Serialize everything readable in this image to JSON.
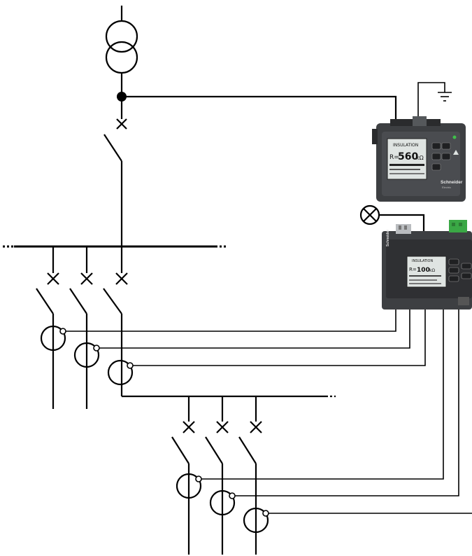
{
  "imd_device": {
    "screen_title": "INSULATION",
    "value_prefix": "R=",
    "value": "560",
    "unit": "kΩ",
    "brand": "Schneider",
    "brand_sub": "Electric"
  },
  "ifl_device": {
    "screen_title": "INSULATION",
    "value_prefix": "R=",
    "value": "100",
    "unit": "kΩ",
    "brand": "Schneider"
  },
  "colors": {
    "device_body": "#3d3f42",
    "device_dark": "#2a2b2d",
    "lcd": "#dfe4e2",
    "terminal_green": "#3aa845",
    "led_green": "#3fbf4a",
    "line": "#000000"
  },
  "icons": [
    "transformer-symbol",
    "ground-icon",
    "indicator-lamp-icon",
    "circuit-breaker-icon",
    "current-transformer-icon"
  ]
}
